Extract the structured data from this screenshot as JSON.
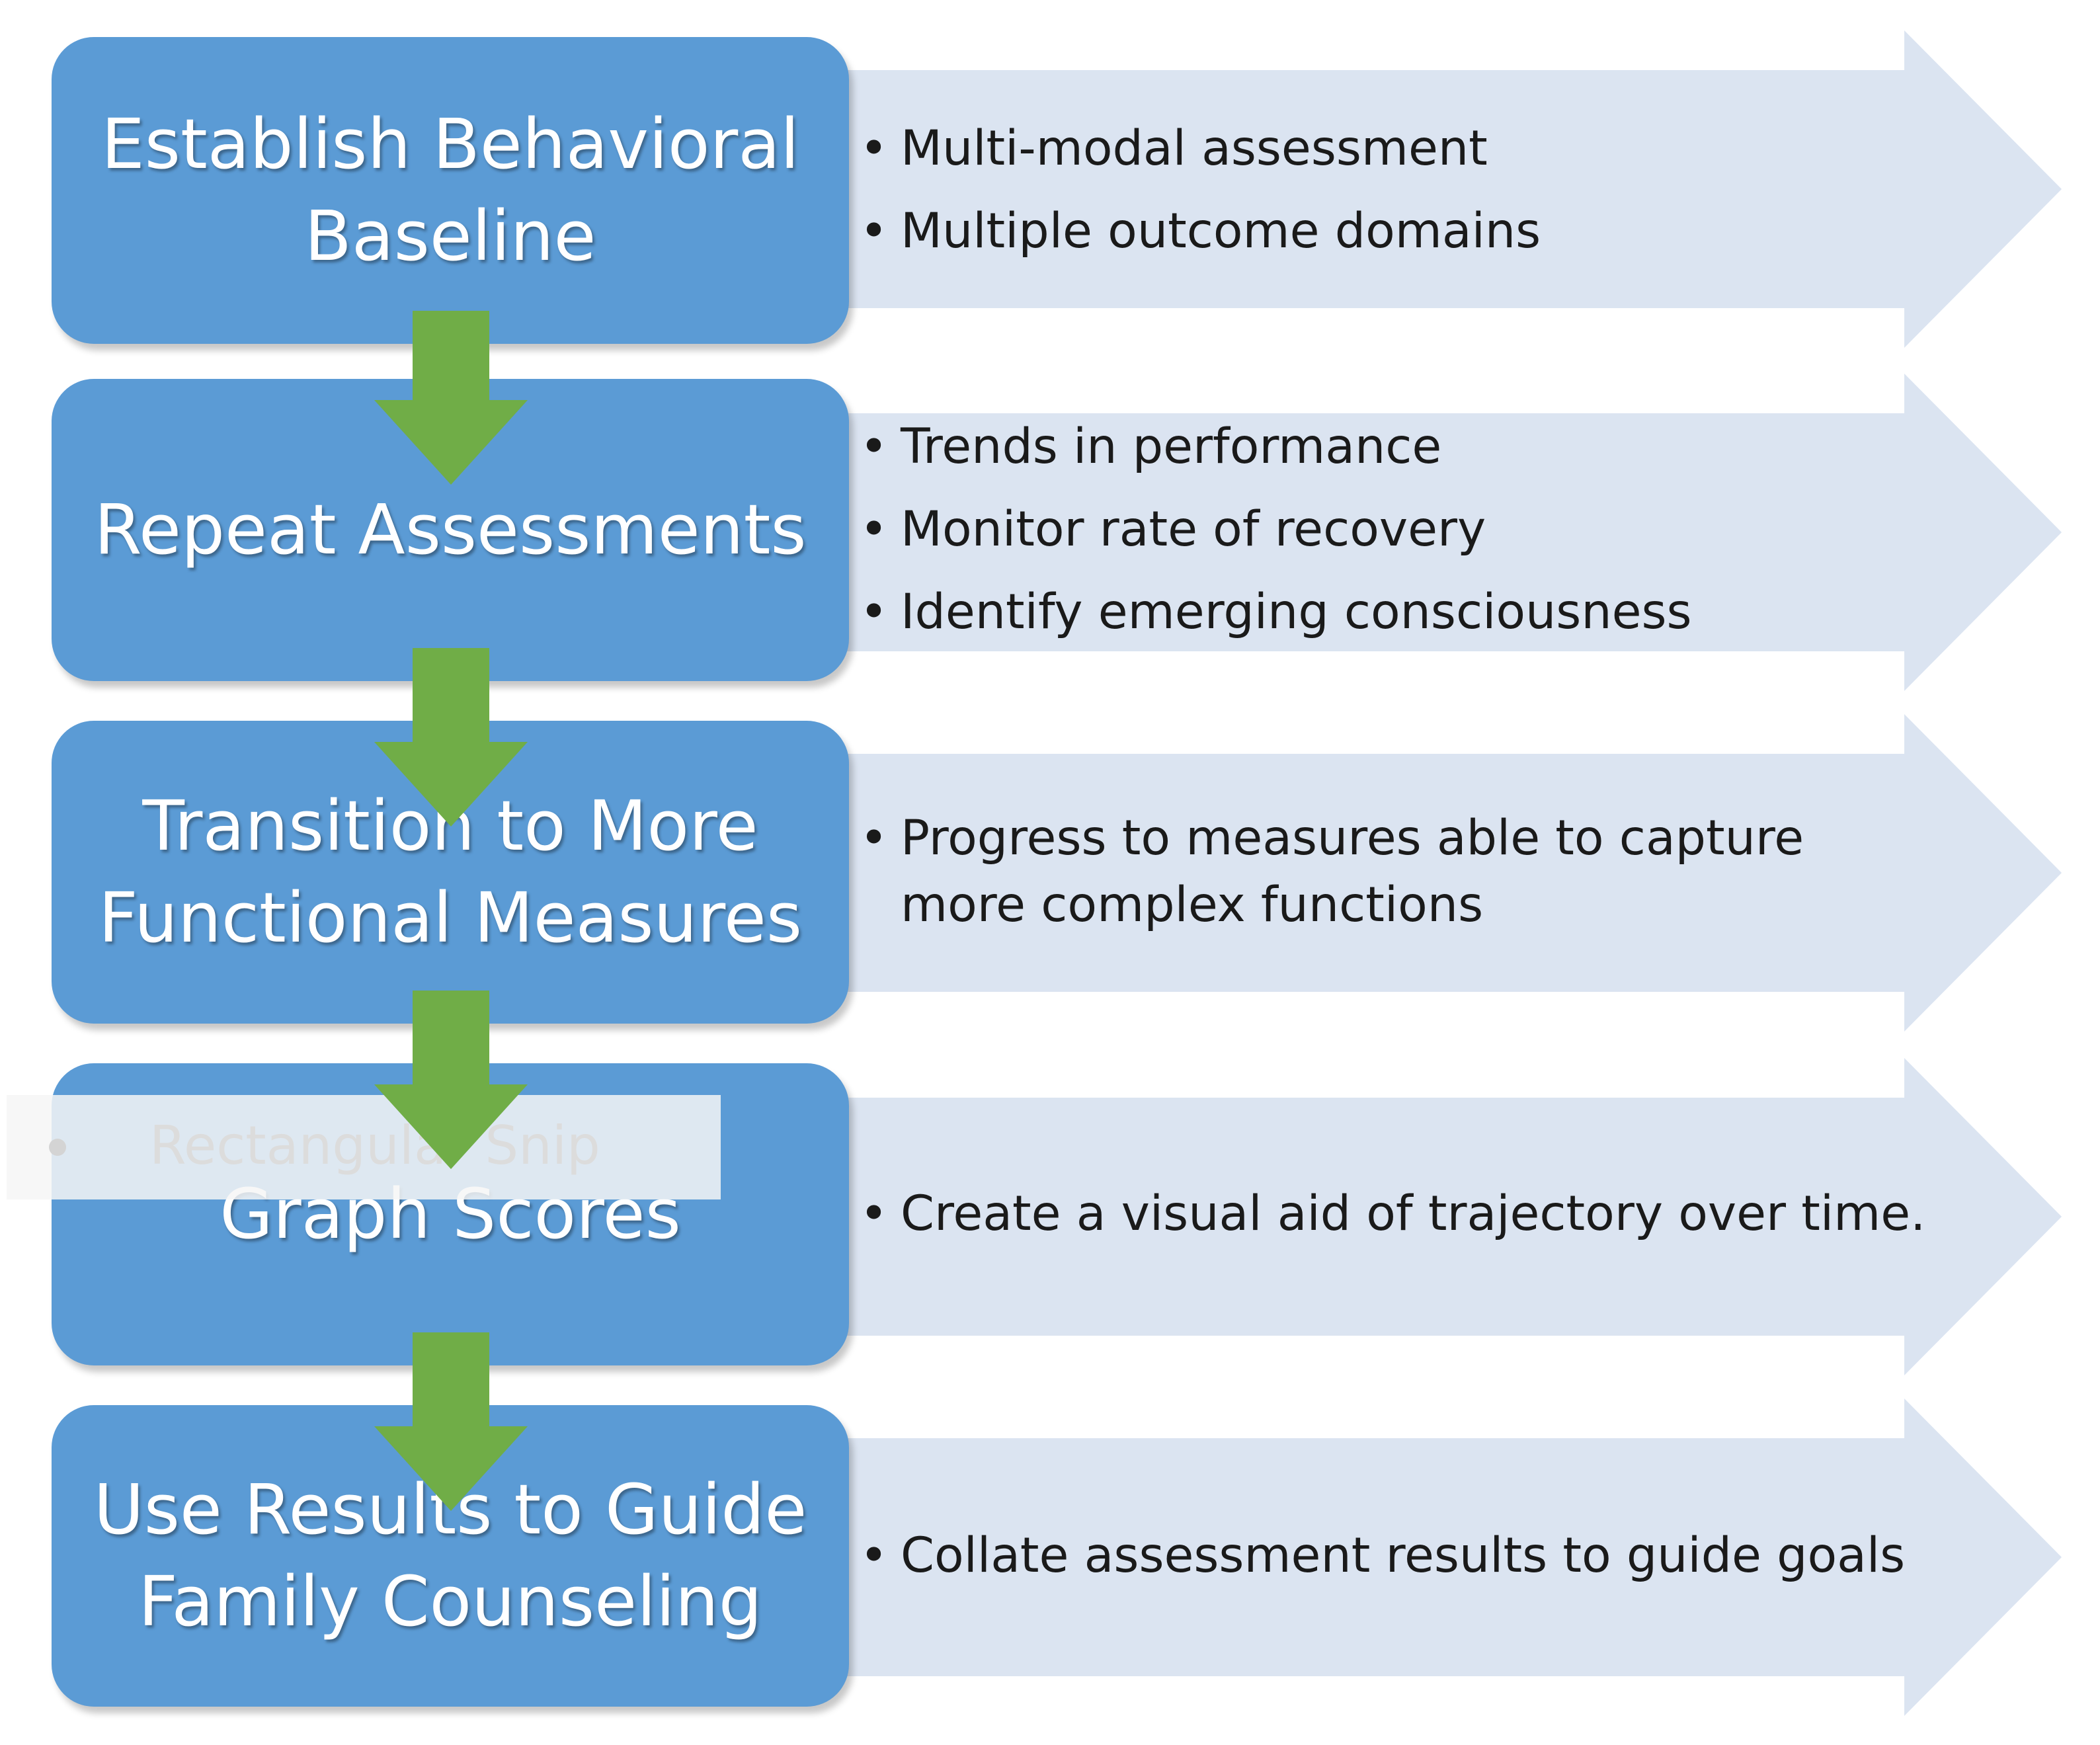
{
  "diagram": {
    "steps": [
      {
        "title_lines": [
          "Establish Behavioral",
          "Baseline"
        ],
        "bullets": [
          [
            "Multi-modal assessment"
          ],
          [
            "Multiple outcome domains"
          ]
        ]
      },
      {
        "title_lines": [
          "Repeat Assessments"
        ],
        "bullets": [
          [
            "Trends in performance"
          ],
          [
            "Monitor rate of recovery"
          ],
          [
            "Identify emerging consciousness"
          ]
        ]
      },
      {
        "title_lines": [
          "Transition to More",
          "Functional Measures"
        ],
        "bullets": [
          [
            "Progress to measures able to capture",
            "more complex functions"
          ]
        ]
      },
      {
        "title_lines": [
          "Graph Scores"
        ],
        "bullets": [
          [
            "Create a visual aid of trajectory over time."
          ]
        ]
      },
      {
        "title_lines": [
          "Use Results to Guide",
          "Family Counseling"
        ],
        "bullets": [
          [
            "Collate assessment results to guide goals"
          ]
        ]
      }
    ],
    "overlay_label": "Rectangular Snip",
    "colors": {
      "step_box": "#5b9bd5",
      "detail_arrow": "#dbe4f1",
      "connector_arrow": "#70ad47",
      "bullet_text": "#1a1a1a"
    }
  }
}
